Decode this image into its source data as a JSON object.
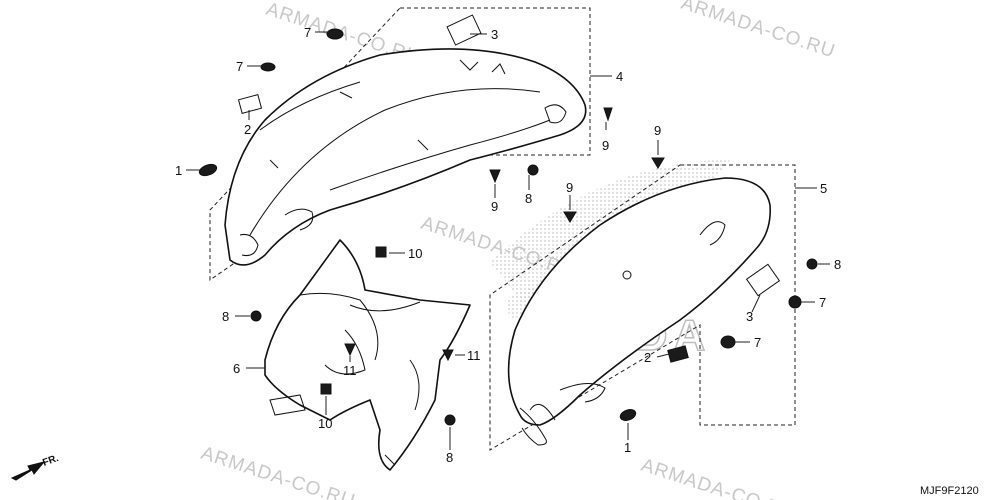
{
  "watermark": "ARMADA-CO.RU",
  "diagram_code": "MJF9F2120",
  "direction_label": "FR.",
  "callouts": {
    "c1a": "1",
    "c1b": "1",
    "c2a": "2",
    "c2b": "2",
    "c3a": "3",
    "c3b": "3",
    "c4": "4",
    "c5": "5",
    "c6": "6",
    "c7a": "7",
    "c7b": "7",
    "c7c": "7",
    "c7d": "7",
    "c8a": "8",
    "c8b": "8",
    "c8c": "8",
    "c8d": "8",
    "c9a": "9",
    "c9b": "9",
    "c9c": "9",
    "c9d": "9",
    "c10a": "10",
    "c10b": "10",
    "c11a": "11",
    "c11b": "11"
  },
  "brand_mark_text": "HONDA"
}
